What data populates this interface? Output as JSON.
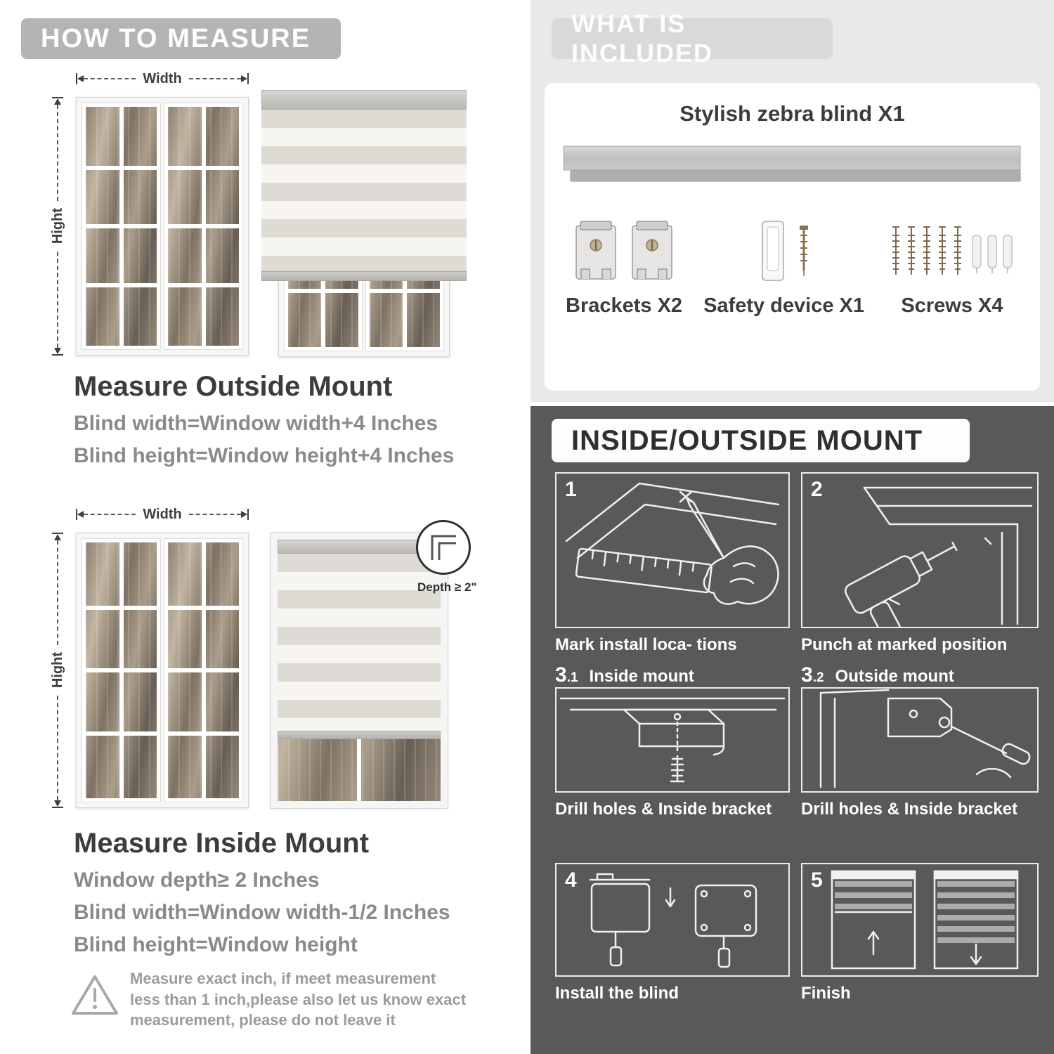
{
  "colors": {
    "left_header_bg": "#b4b4b4",
    "right_light_bg": "#e9e9e9",
    "right_dark_bg": "#595959",
    "heading_text": "#3c3c3c",
    "body_text": "#8a8a8a",
    "zebra_stripe": "#dedbd4",
    "zebra_sheer": "#f7f5f1"
  },
  "icons": {
    "warning": "warning-triangle-icon",
    "depth_callout": "magnifier-circle-icon"
  },
  "how_to_measure": {
    "header": "HOW TO MEASURE",
    "outside_mount": {
      "width_label": "Width",
      "height_label": "Hight",
      "heading": "Measure Outside Mount",
      "lines": [
        "Blind width=Window width+4 Inches",
        "Blind height=Window height+4 Inches"
      ]
    },
    "inside_mount": {
      "width_label": "Width",
      "height_label": "Hight",
      "depth_label": "Depth ≥ 2\"",
      "heading": "Measure Inside Mount",
      "lines": [
        "Window depth≥ 2 Inches",
        "Blind width=Window width-1/2 Inches",
        "Blind height=Window height"
      ]
    },
    "warning_text": "Measure exact inch, if meet measurement less than 1 inch,please also let us know exact measurement, please do not leave it"
  },
  "what_is_included": {
    "header": "WHAT IS INCLUDED",
    "product_label": "Stylish zebra blind X1",
    "items": [
      {
        "name": "brackets",
        "label": "Brackets X2"
      },
      {
        "name": "safety-device",
        "label": "Safety device X1"
      },
      {
        "name": "screws",
        "label": "Screws X4"
      }
    ]
  },
  "mount_steps": {
    "header": "INSIDE/OUTSIDE MOUNT",
    "steps": [
      {
        "num": "1",
        "sub": "",
        "tag": "",
        "caption": "Mark install loca- tions"
      },
      {
        "num": "2",
        "sub": "",
        "tag": "",
        "caption": "Punch at  marked position"
      },
      {
        "num": "3",
        "sub": ".1",
        "tag": "Inside mount",
        "caption": "Drill holes &  Inside bracket"
      },
      {
        "num": "3",
        "sub": ".2",
        "tag": "Outside mount",
        "caption": "Drill holes &  Inside bracket"
      },
      {
        "num": "4",
        "sub": "",
        "tag": "",
        "caption": "Install the blind"
      },
      {
        "num": "5",
        "sub": "",
        "tag": "",
        "caption": "Finish"
      }
    ]
  }
}
